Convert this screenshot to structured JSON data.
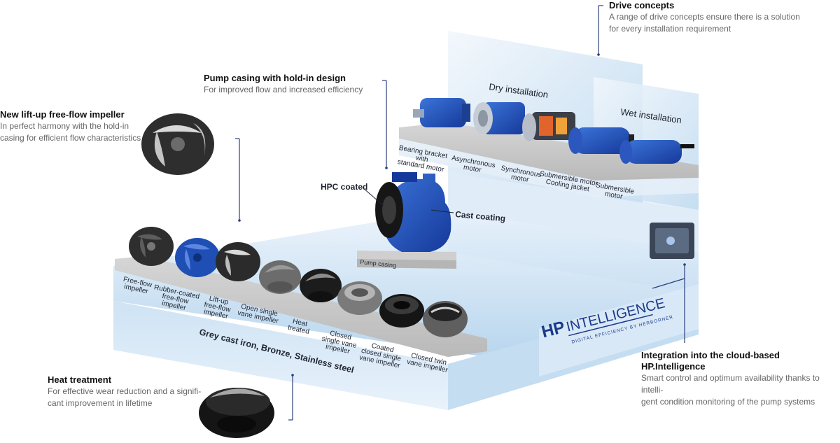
{
  "callouts": {
    "drive": {
      "title": "Drive concepts",
      "desc_lines": [
        "A range of drive concepts ensure there is a solution",
        "for every installation requirement"
      ]
    },
    "casing": {
      "title": "Pump casing with hold-in design",
      "desc_lines": [
        "For improved flow and increased efficiency"
      ]
    },
    "liftup": {
      "title": "New lift-up free-flow impeller",
      "desc_lines": [
        "In perfect harmony with the hold-in",
        "casing for efficient flow characteristics"
      ]
    },
    "heat": {
      "title": "Heat treatment",
      "desc_lines": [
        "For effective wear reduction and a signifi-",
        "cant improvement in lifetime"
      ]
    },
    "integration": {
      "title_lines": [
        "Integration into the cloud-based",
        "HP.Intelligence"
      ],
      "desc_lines": [
        "Smart control and optimum availability thanks to intelli-",
        "gent condition monitoring of the pump systems"
      ]
    }
  },
  "panels": {
    "dry": "Dry installation",
    "wet": "Wet installation"
  },
  "motors": [
    [
      "Bearing bracket",
      "with",
      "standard motor"
    ],
    [
      "Asynchronous",
      "motor"
    ],
    [
      "Synchronous",
      "motor"
    ],
    [
      "Submersible motor",
      "Cooling jacket"
    ],
    [
      "Submersible",
      "motor"
    ]
  ],
  "impellers": [
    [
      "Free-flow",
      "impeller"
    ],
    [
      "Rubber-coated",
      "free-flow",
      "impeller"
    ],
    [
      "Lift-up",
      "free-flow",
      "impeller"
    ],
    [
      "Open single",
      "vane impeller"
    ],
    [
      "Heat",
      "treated"
    ],
    [
      "Closed",
      "single vane",
      "impeller"
    ],
    [
      "Coated",
      "closed single",
      "vane impeller"
    ],
    [
      "Closed twin",
      "vane impeller"
    ]
  ],
  "materials": "Grey cast iron, Bronze, Stainless steel",
  "pump": {
    "hpc": "HPC coated",
    "cast": "Cast coating",
    "base": "Pump casing"
  },
  "brand": {
    "logo_letters": "HP",
    "word": "INTELLIGENCE",
    "tagline": "DIGITAL EFFICIENCY BY HERBORNER"
  },
  "colors": {
    "accent_line": "#2a3f7a",
    "panel_light": "#dbeaf7",
    "panel_mid": "#b8d5ee",
    "pump_blue": "#1f4fb5",
    "shelf_grey": "#c9c9c9",
    "impeller_dark": "#2b2b2b"
  }
}
